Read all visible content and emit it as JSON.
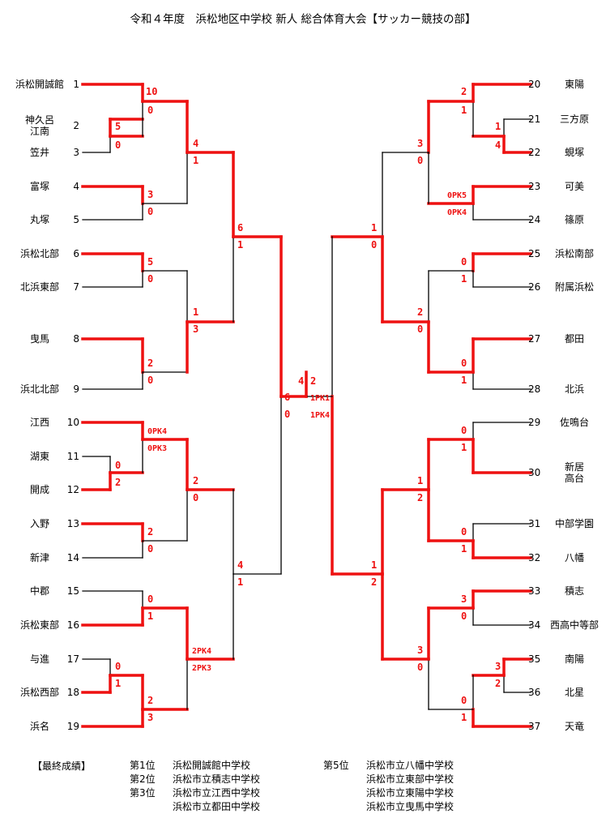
{
  "title": "令和４年度　浜松地区中学校 新人 総合体育大会【サッカー競技の部】",
  "colors": {
    "win": "#ee1111",
    "line": "#000000"
  },
  "teams": [
    {
      "num": "1",
      "name": "浜松開誠館"
    },
    {
      "num": "2",
      "name": "神久呂\n江南"
    },
    {
      "num": "3",
      "name": "笠井"
    },
    {
      "num": "4",
      "name": "富塚"
    },
    {
      "num": "5",
      "name": "丸塚"
    },
    {
      "num": "6",
      "name": "浜松北部"
    },
    {
      "num": "7",
      "name": "北浜東部"
    },
    {
      "num": "8",
      "name": "曳馬"
    },
    {
      "num": "9",
      "name": "浜北北部"
    },
    {
      "num": "10",
      "name": "江西"
    },
    {
      "num": "11",
      "name": "湖東"
    },
    {
      "num": "12",
      "name": "開成"
    },
    {
      "num": "13",
      "name": "入野"
    },
    {
      "num": "14",
      "name": "新津"
    },
    {
      "num": "15",
      "name": "中郡"
    },
    {
      "num": "16",
      "name": "浜松東部"
    },
    {
      "num": "17",
      "name": "与進"
    },
    {
      "num": "18",
      "name": "浜松西部"
    },
    {
      "num": "19",
      "name": "浜名"
    },
    {
      "num": "20",
      "name": "東陽"
    },
    {
      "num": "21",
      "name": "三方原"
    },
    {
      "num": "22",
      "name": "蜆塚"
    },
    {
      "num": "23",
      "name": "可美"
    },
    {
      "num": "24",
      "name": "篠原"
    },
    {
      "num": "25",
      "name": "浜松南部"
    },
    {
      "num": "26",
      "name": "附属浜松"
    },
    {
      "num": "27",
      "name": "都田"
    },
    {
      "num": "28",
      "name": "北浜"
    },
    {
      "num": "29",
      "name": "佐鳴台"
    },
    {
      "num": "30",
      "name": "新居\n高台"
    },
    {
      "num": "31",
      "name": "中部学園"
    },
    {
      "num": "32",
      "name": "八幡"
    },
    {
      "num": "33",
      "name": "積志"
    },
    {
      "num": "34",
      "name": "西高中等部"
    },
    {
      "num": "35",
      "name": "南陽"
    },
    {
      "num": "36",
      "name": "北星"
    },
    {
      "num": "37",
      "name": "天竜"
    }
  ],
  "scores": [
    "10",
    "0",
    "5",
    "0",
    "4",
    "1",
    "3",
    "0",
    "6",
    "1",
    "5",
    "0",
    "1",
    "3",
    "2",
    "0",
    "6",
    "0",
    "4",
    "2",
    "1PK1",
    "1PK4",
    "0PK4",
    "0PK3",
    "0",
    "2",
    "2",
    "0",
    "2",
    "0",
    "4",
    "1",
    "0",
    "1",
    "2PK4",
    "2PK3",
    "0",
    "1",
    "2",
    "3",
    "2",
    "1",
    "1",
    "4",
    "3",
    "0",
    "0PK5",
    "0PK4",
    "0",
    "1",
    "2",
    "0",
    "0",
    "1",
    "1",
    "0",
    "0",
    "1",
    "1",
    "2",
    "0",
    "1",
    "1",
    "2",
    "3",
    "0",
    "3",
    "2",
    "3",
    "0",
    "0",
    "1"
  ],
  "results": {
    "header": "【最終成績】",
    "left": [
      {
        "place": "第1位",
        "school": "浜松開誠館中学校"
      },
      {
        "place": "第2位",
        "school": "浜松市立積志中学校"
      },
      {
        "place": "第3位",
        "school": "浜松市立江西中学校"
      },
      {
        "place": "",
        "school": "浜松市立都田中学校"
      }
    ],
    "right": [
      {
        "place": "第5位",
        "school": "浜松市立八幡中学校"
      },
      {
        "place": "",
        "school": "浜松市立東部中学校"
      },
      {
        "place": "",
        "school": "浜松市立東陽中学校"
      },
      {
        "place": "",
        "school": "浜松市立曳馬中学校"
      }
    ]
  }
}
